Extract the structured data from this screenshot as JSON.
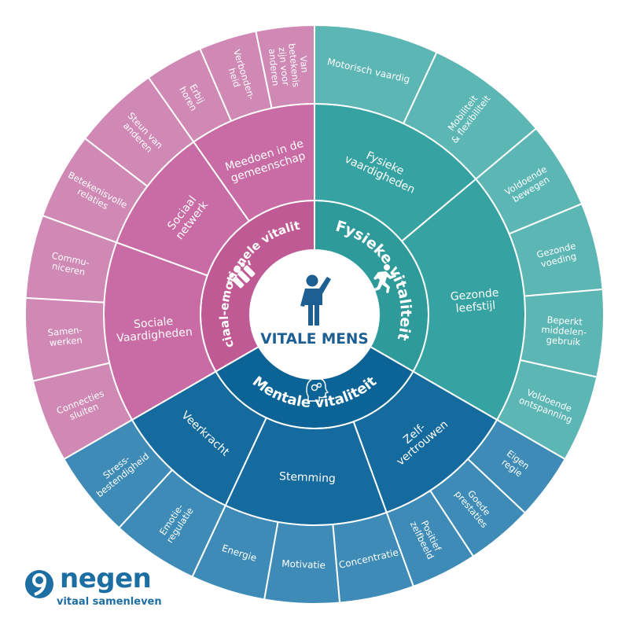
{
  "center": {
    "title": "VITALE MENS",
    "person_icon": "person-waving-icon"
  },
  "colors": {
    "pink_inner": "#c05a95",
    "pink_middle": "#c96ba4",
    "pink_outer": "#d088b4",
    "teal_inner": "#2e9a9a",
    "teal_middle": "#36a3a2",
    "teal_outer": "#5cb6b4",
    "blue_inner": "#0c6396",
    "blue_middle": "#156b9e",
    "blue_outer": "#3d8bb6",
    "center_icon": "#1d5f93",
    "logo": "#1d6fa3"
  },
  "sectors": [
    {
      "id": "fysieke",
      "title": "Fysieke vitaliteit",
      "icon": "running-person-icon",
      "subdomains": [
        {
          "label": "Fysieke vaardigheden",
          "items": [
            "Motorisch vaardig",
            "Mobiliteit & flexibiliteit"
          ]
        },
        {
          "label": "Gezonde leefstijl",
          "items": [
            "Voldoende bewegen",
            "Gezonde voeding",
            "Beperkt middelen-gebruik",
            "Voldoende ontspanning"
          ]
        }
      ]
    },
    {
      "id": "mentale",
      "title": "Mentale vitaliteit",
      "icon": "brain-head-icon",
      "subdomains": [
        {
          "label": "Zelf-vertrouwen",
          "items": [
            "Eigen regie",
            "Goede prestaties",
            "Positief zelfbeeld"
          ]
        },
        {
          "label": "Stemming",
          "items": [
            "Concentratie",
            "Motivatie",
            "Energie"
          ]
        },
        {
          "label": "Veerkracht",
          "items": [
            "Emotie-regulatie",
            "Stress-bestendigheid"
          ]
        }
      ]
    },
    {
      "id": "sociaal",
      "title": "Sociaal-emotionele vitaliteit",
      "icon": "group-people-icon",
      "subdomains": [
        {
          "label": "Sociale Vaardigheden",
          "items": [
            "Connecties sluiten",
            "Samen-werken",
            "Commu-niceren"
          ]
        },
        {
          "label": "Sociaal netwerk",
          "items": [
            "Betekenisvolle relaties",
            "Steun van anderen"
          ]
        },
        {
          "label": "Meedoen in de gemeenschap",
          "items": [
            "Erbij horen",
            "Verbonden-heid",
            "Van betekenis zijn voor anderen"
          ]
        }
      ]
    }
  ],
  "logo": {
    "name": "negen",
    "tagline": "vitaal samenleven",
    "mark_icon": "nine-circle-logo-icon"
  }
}
